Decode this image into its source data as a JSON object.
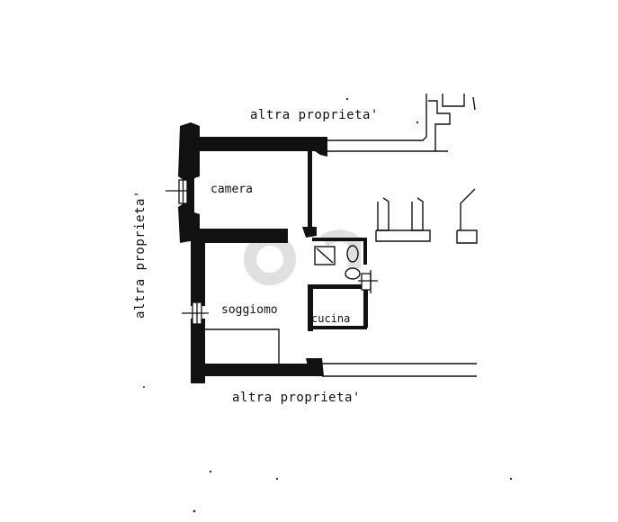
{
  "floorplan": {
    "labels": {
      "top_neighbor": "altra proprieta'",
      "left_neighbor": "altra proprieta'",
      "bottom_neighbor": "altra proprieta'",
      "room_camera": "camera",
      "room_soggiorno": "soggiomo",
      "room_cucina": "cucina"
    },
    "colors": {
      "ink": "#111111",
      "paper": "#ffffff",
      "watermark": "#d9d9d9"
    }
  }
}
